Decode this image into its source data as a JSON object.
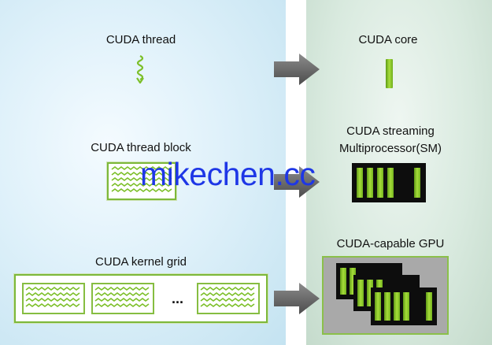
{
  "labels": {
    "thread": "CUDA thread",
    "core": "CUDA core",
    "thread_block": "CUDA thread block",
    "sm_line1": "CUDA streaming",
    "sm_line2": "Multiprocessor(SM)",
    "grid": "CUDA kernel grid",
    "gpu": "CUDA-capable GPU"
  },
  "grid_ellipsis": "...",
  "watermark": "mikechen.cc",
  "colors": {
    "left_panel": "#cfe8f4",
    "right_panel": "#d5e7db",
    "nvidia_green": "#76b900",
    "arrow_gray": "#6b6b6b",
    "watermark": "#1e37e6"
  },
  "icons": {
    "thread": "squiggle-thread-icon",
    "core": "green-bar-core-icon",
    "arrow": "right-arrow-icon"
  }
}
